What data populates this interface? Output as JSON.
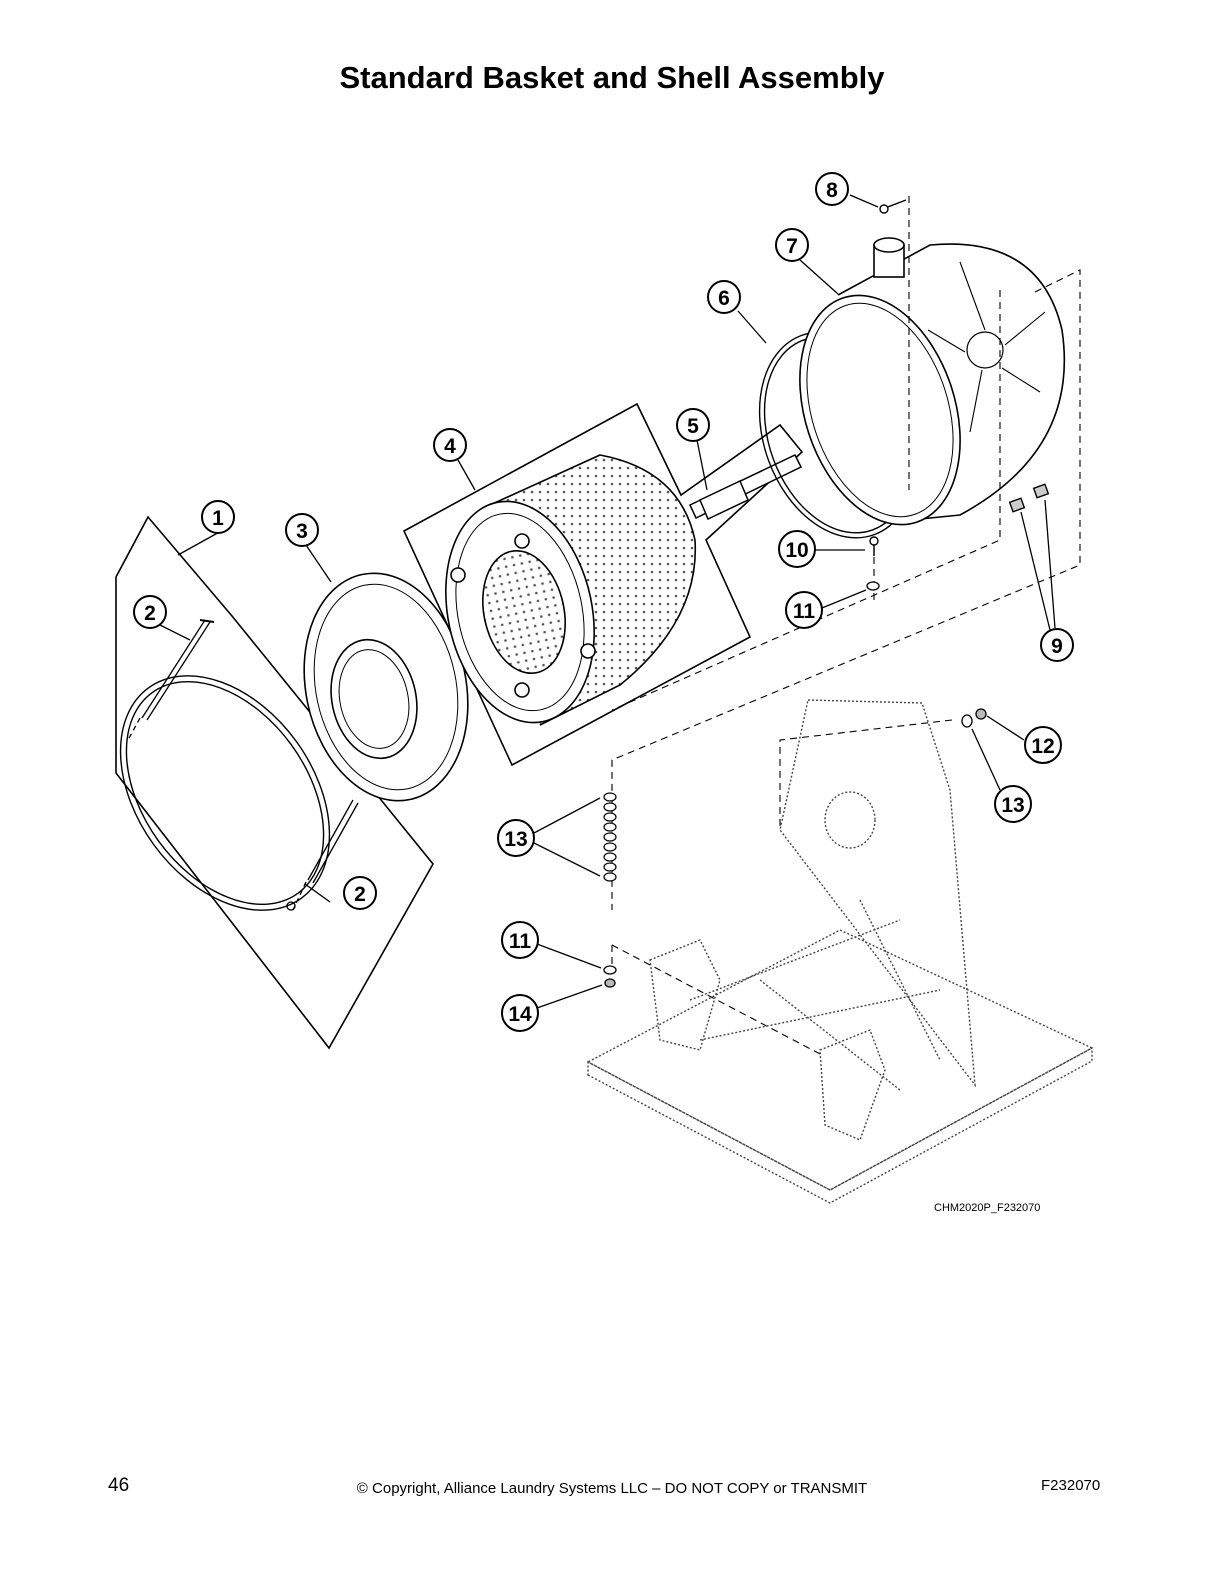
{
  "page": {
    "title": "Standard Basket and Shell Assembly",
    "figure_id": "CHM2020P_F232070",
    "page_number": "46",
    "copyright": "© Copyright, Alliance Laundry Systems LLC – DO NOT COPY or TRANSMIT",
    "doc_id": "F232070"
  },
  "callouts": {
    "c1": "1",
    "c2a": "2",
    "c2b": "2",
    "c3": "3",
    "c4": "4",
    "c5": "5",
    "c6": "6",
    "c7": "7",
    "c8": "8",
    "c9": "9",
    "c10": "10",
    "c11a": "11",
    "c11b": "11",
    "c12": "12",
    "c13a": "13",
    "c13b": "13",
    "c14": "14"
  },
  "colors": {
    "ink": "#000000",
    "paper": "#ffffff",
    "shading": "#cfcfcf"
  }
}
